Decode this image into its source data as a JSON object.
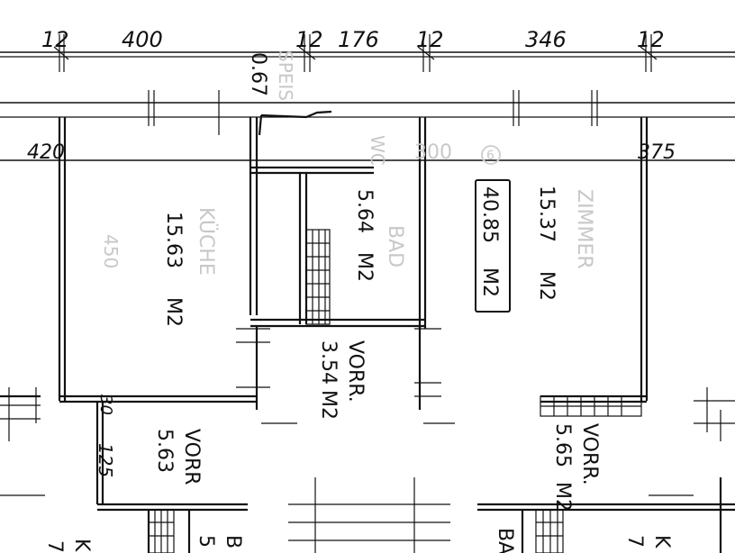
{
  "dimensions_top": [
    "12",
    "400",
    "12",
    "176",
    "12",
    "346",
    "12"
  ],
  "dimensions_side": {
    "left": "420",
    "mid": "300",
    "right": "375",
    "small": "0.67",
    "bottom_a": "30",
    "bottom_b": "125"
  },
  "rooms": {
    "kueche": {
      "name": "KÜCHE",
      "area_value": "15.63",
      "area_unit": "M2",
      "faint": "450"
    },
    "bad": {
      "name": "BAD",
      "area_value": "5.64",
      "area_unit": "M2",
      "faint_wc": "WC"
    },
    "zimmer": {
      "name": "ZIMMER",
      "area_value": "15.37",
      "area_unit": "M2",
      "circle": "6"
    },
    "total": {
      "value": "40.85",
      "unit": "M2"
    },
    "vorr_center": {
      "name": "VORR.",
      "area_value": "3.54",
      "area_unit": "M2"
    },
    "vorr_left": {
      "name": "VORR",
      "area_value": "5.63"
    },
    "vorr_right": {
      "name": "VORR.",
      "area_value": "5.65",
      "area_unit": "M2"
    },
    "speis": {
      "name": "SPEIS"
    }
  },
  "bottom_fragments": [
    "K",
    "7",
    "B",
    "5",
    "BA",
    "K",
    "7"
  ]
}
